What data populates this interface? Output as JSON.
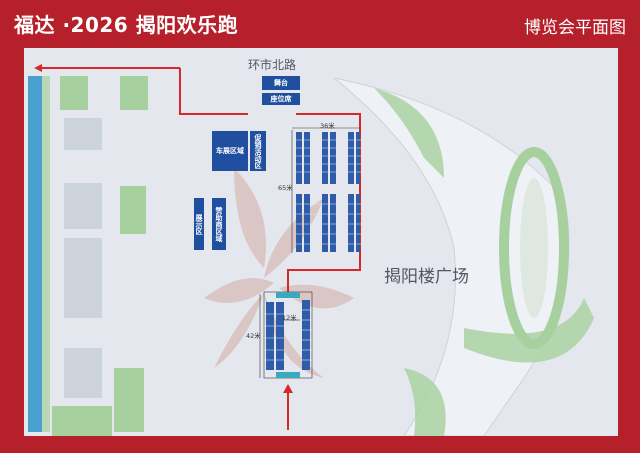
{
  "header": {
    "title": "福达 ·2026 揭阳欢乐跑",
    "subtitle": "博览会平面图"
  },
  "map": {
    "road_label": "环市北路",
    "plaza_label": "揭阳楼广场",
    "zones": {
      "stage": "舞台",
      "seating": "座位席",
      "car_exhibit": "车展区域",
      "promo_activity": "促销活动区",
      "exhibit": "展示区",
      "sponsor": "赞助商区域"
    },
    "dimensions": {
      "width_top": "36米",
      "height_top": "65米",
      "width_bottom": "12米",
      "height_bottom": "42米"
    }
  },
  "colors": {
    "frame": "#b5202a",
    "map_bg": "#e4e8ee",
    "block_gray": "#cdd3db",
    "green": "#a6d19f",
    "booth_blue": "#2f5ca8",
    "zone_blue": "#1f4f9e",
    "teal": "#3aa9c0",
    "route_red": "#d62a2a"
  }
}
